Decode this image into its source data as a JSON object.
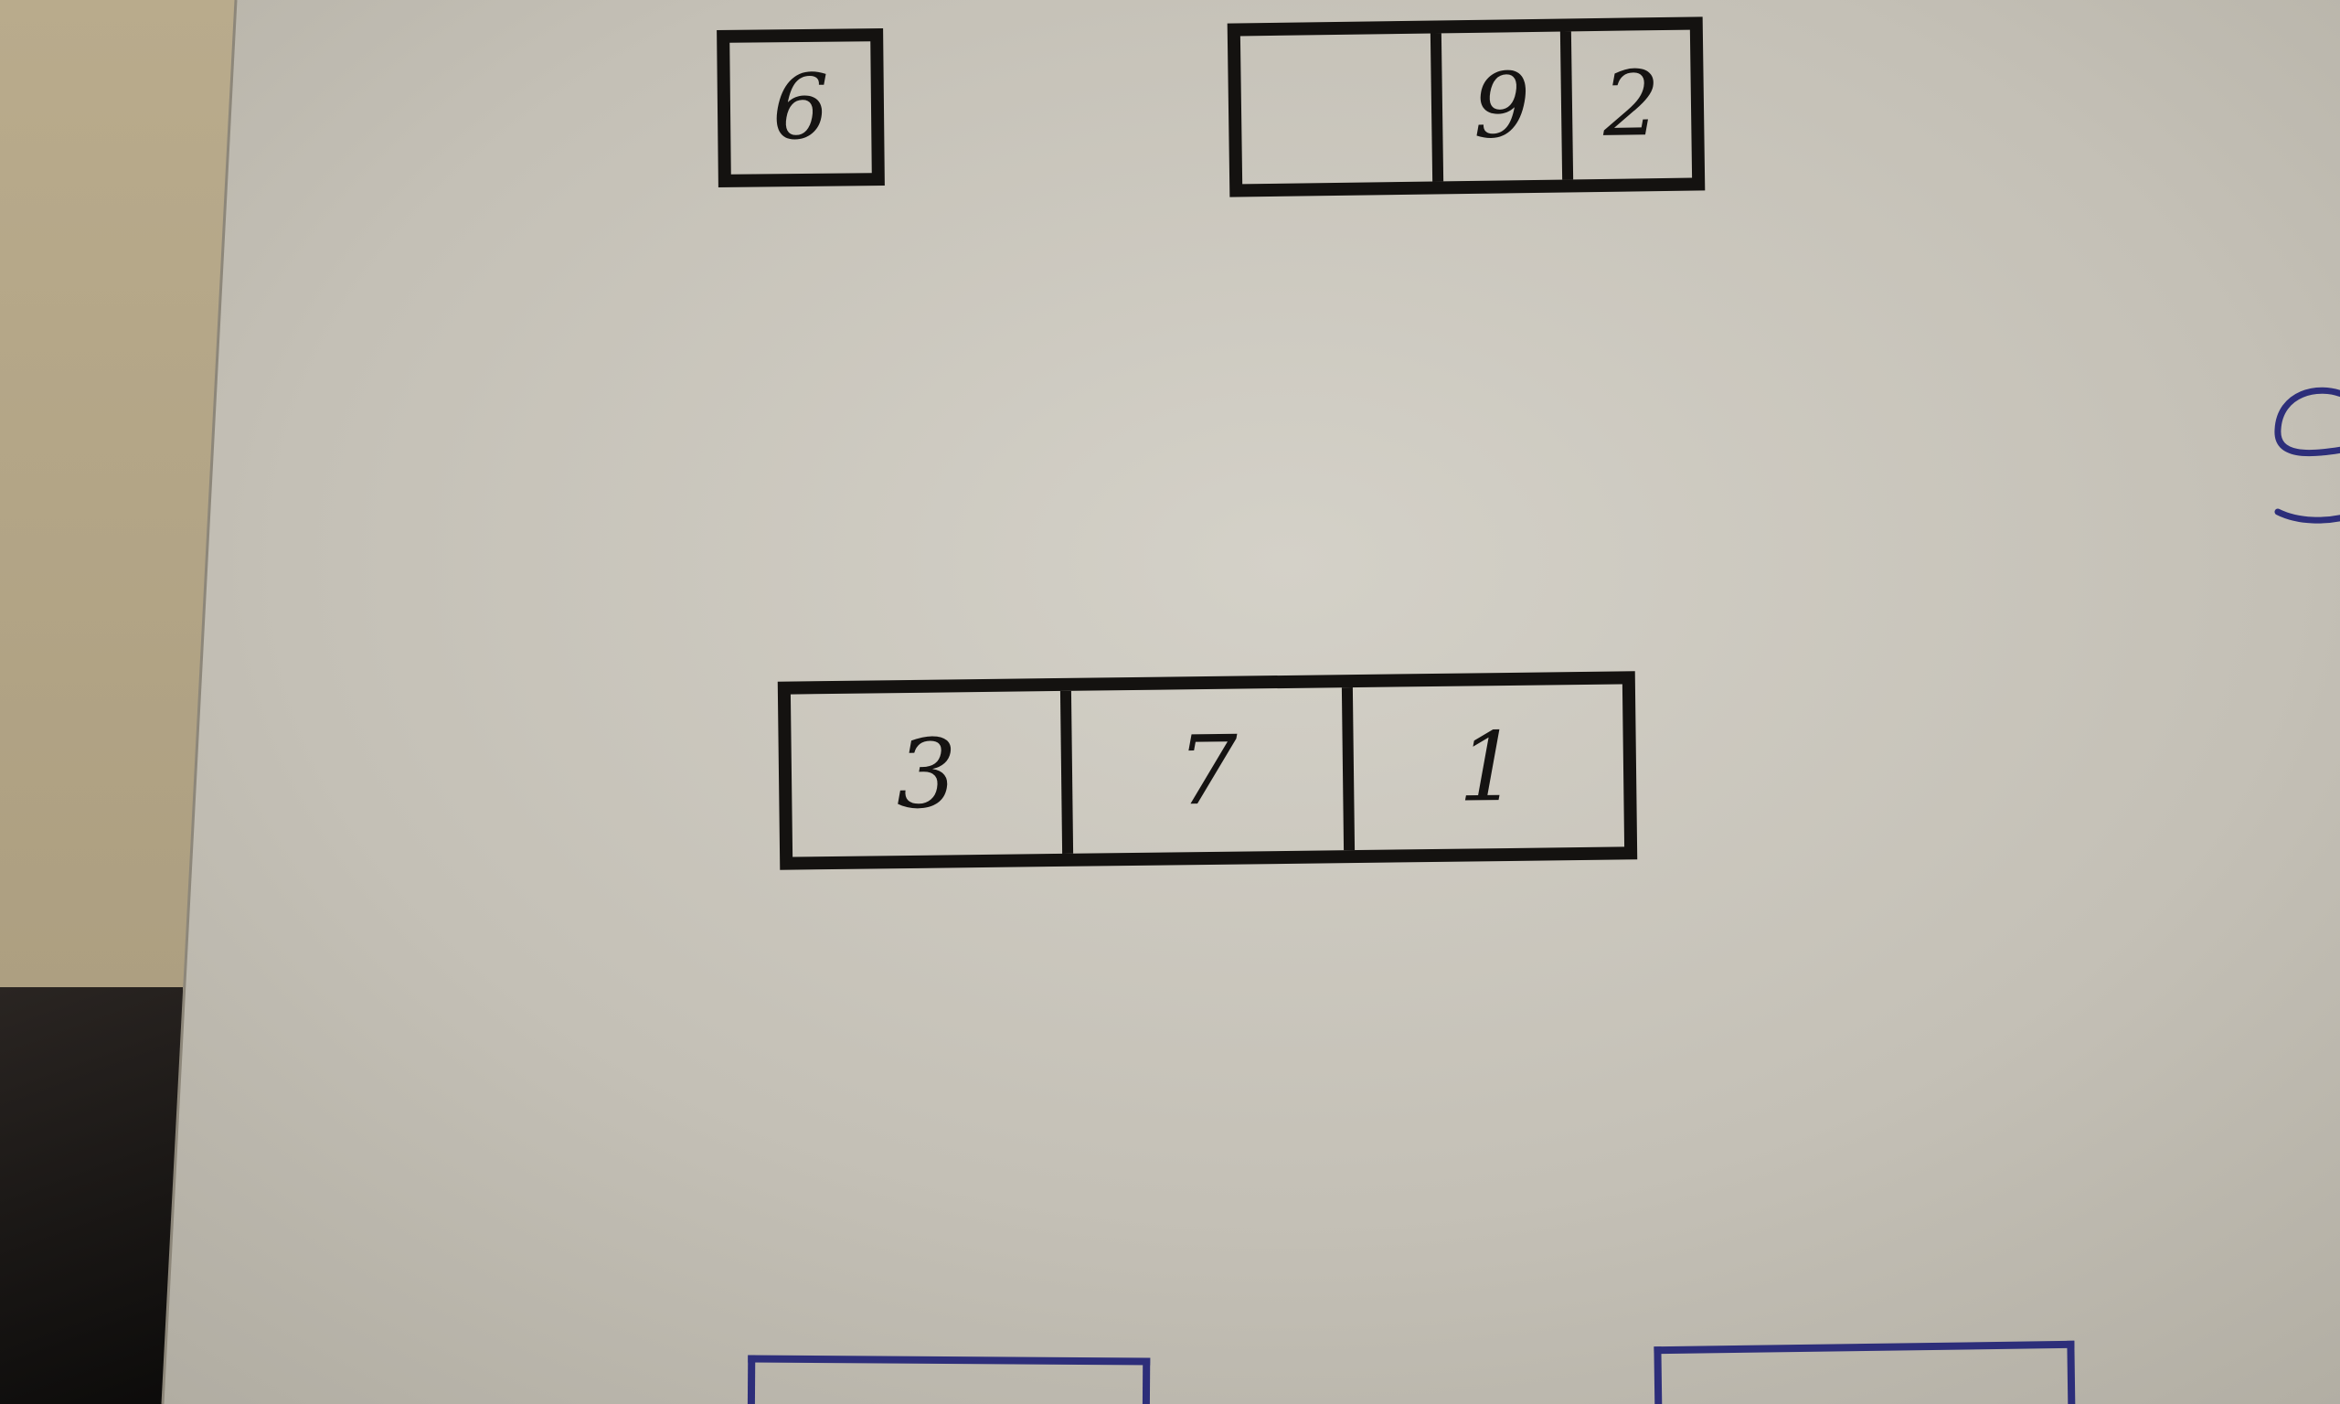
{
  "top_left_box": {
    "cells": [
      "6"
    ]
  },
  "top_right_box": {
    "cells": [
      "",
      "9",
      "2"
    ]
  },
  "middle_box": {
    "cells": [
      "3",
      "7",
      "1"
    ]
  },
  "colors": {
    "ink": "#141210",
    "blue_ink": "#2d2e7a",
    "paper": "#cbc8bf"
  }
}
